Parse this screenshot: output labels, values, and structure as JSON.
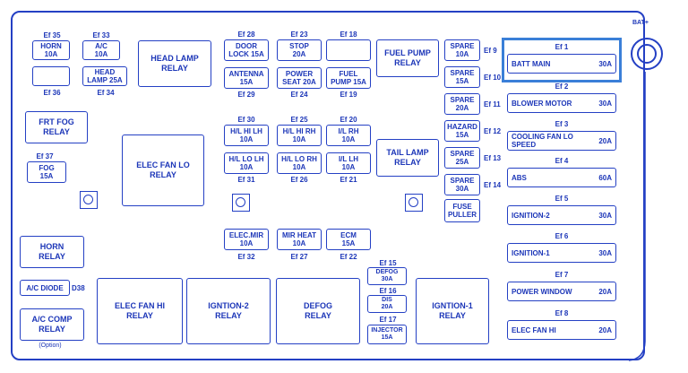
{
  "bat": "BAT+",
  "top": {
    "ef35": "Ef 35",
    "horn": "HORN",
    "horn_a": "10A",
    "ef36": "Ef 36",
    "ef33": "Ef 33",
    "ac": "A/C",
    "ac_a": "10A",
    "hl1": "HEAD",
    "hl2": "LAMP 25A",
    "ef34": "Ef 34",
    "hlr1": "HEAD LAMP",
    "hlr2": "RELAY",
    "ef28": "Ef 28",
    "door": "DOOR",
    "door2": "LOCK  15A",
    "ef23": "Ef 23",
    "stop": "STOP",
    "stop_a": "20A",
    "ef18": "Ef 18",
    "ant": "ANTENNA",
    "ant_a": "15A",
    "ef29": "Ef 29",
    "ps1": "POWER",
    "ps2": "SEAT  20A",
    "ef24": "Ef 24",
    "fuel": "FUEL",
    "fuel2": "PUMP  15A",
    "ef19": "Ef 19",
    "fpr1": "FUEL PUMP",
    "fpr2": "RELAY"
  },
  "mid": {
    "frt1": "FRT FOG",
    "frt2": "RELAY",
    "ef37": "Ef 37",
    "fog": "FOG",
    "fog_a": "15A",
    "efl1": "ELEC FAN LO",
    "efl2": "RELAY",
    "ef30": "Ef 30",
    "hlhilh": "H/L HI LH",
    "hlhilh_a": "10A",
    "ef25": "Ef 25",
    "hlhirh": "H/L HI RH",
    "hlhirh_a": "10A",
    "ef20": "Ef 20",
    "ilrh": "I/L RH",
    "ilrh_a": "10A",
    "hllolh": "H/L LO LH",
    "hllolh_a": "10A",
    "ef31": "Ef 31",
    "hllorh": "H/L LO RH",
    "hllorh_a": "10A",
    "ef26": "Ef 26",
    "illh": "I/L LH",
    "illh_a": "10A",
    "ef21": "Ef 21",
    "tail1": "TAIL LAMP",
    "tail2": "RELAY",
    "elecmir": "ELEC.MIR",
    "elecmir_a": "10A",
    "ef32": "Ef 32",
    "mirheat": "MIR HEAT",
    "mirheat_a": "10A",
    "ef27": "Ef 27",
    "ecm": "ECM",
    "ecm_a": "15A",
    "ef22": "Ef 22"
  },
  "spare_col": [
    {
      "name": "SPARE",
      "amp": "10A",
      "ef": "Ef 9"
    },
    {
      "name": "SPARE",
      "amp": "15A",
      "ef": "Ef 10"
    },
    {
      "name": "SPARE",
      "amp": "20A",
      "ef": "Ef 11"
    },
    {
      "name": "HAZARD",
      "amp": "15A",
      "ef": "Ef 12"
    },
    {
      "name": "SPARE",
      "amp": "25A",
      "ef": "Ef 13"
    },
    {
      "name": "SPARE",
      "amp": "30A",
      "ef": "Ef 14"
    }
  ],
  "fuse_puller": [
    "FUSE",
    "PULLER"
  ],
  "right": [
    {
      "ef": "Ef 1",
      "name": "BATT MAIN",
      "amp": "30A"
    },
    {
      "ef": "Ef 2",
      "name": "BLOWER MOTOR",
      "amp": "30A"
    },
    {
      "ef": "Ef 3",
      "name": "COOLING FAN LO SPEED",
      "amp": "20A"
    },
    {
      "ef": "Ef 4",
      "name": "ABS",
      "amp": "60A"
    },
    {
      "ef": "Ef 5",
      "name": "IGNITION-2",
      "amp": "30A"
    },
    {
      "ef": "Ef 6",
      "name": "IGNITION-1",
      "amp": "30A"
    },
    {
      "ef": "Ef 7",
      "name": "POWER WINDOW",
      "amp": "20A"
    },
    {
      "ef": "Ef 8",
      "name": "ELEC FAN HI",
      "amp": "20A"
    }
  ],
  "bottom": {
    "horn1": "HORN",
    "horn2": "RELAY",
    "acd": "A/C DIODE",
    "d38": "D38",
    "acc1": "A/C COMP",
    "acc2": "RELAY",
    "opt": "(Option)",
    "efh1": "ELEC FAN HI",
    "efh2": "RELAY",
    "ig21": "IGNTION-2",
    "ig22": "RELAY",
    "def1": "DEFOG",
    "def2": "RELAY",
    "ef15": "Ef 15",
    "defog": "DEFOG",
    "defog_a": "30A",
    "ef16": "Ef 16",
    "dis": "DIS",
    "dis_a": "20A",
    "ef17": "Ef 17",
    "inj": "INJECTOR",
    "inj_a": "15A",
    "ig11": "IGNTION-1",
    "ig12": "RELAY"
  }
}
